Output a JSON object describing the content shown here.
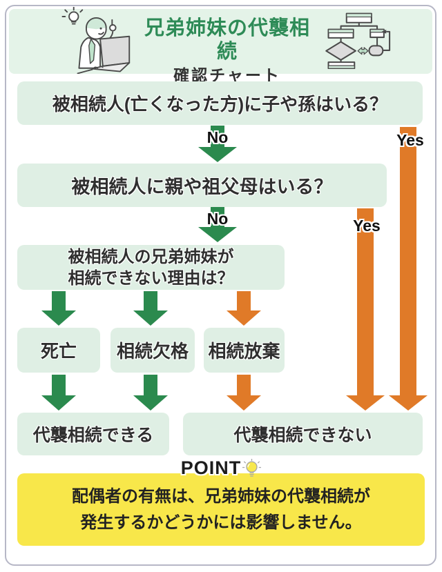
{
  "header": {
    "title": "兄弟姉妹の代襲相続",
    "subtitle": "確認チャート"
  },
  "flow": {
    "q1": "被相続人(亡くなった方)に子や孫はいる？",
    "q2": "被相続人に親や祖父母はいる？",
    "q3_line1": "被相続人の兄弟姉妹が",
    "q3_line2": "相続できない理由は？",
    "no_label": "No",
    "yes_label": "Yes",
    "causes": [
      "死亡",
      "相続欠格",
      "相続放棄"
    ],
    "result_can": "代襲相続できる",
    "result_cannot": "代襲相続できない"
  },
  "point": {
    "label": "POINT",
    "line1": "配偶者の有無は、兄弟姉妹の代襲相続が",
    "line2": "発生するかどうかには影響しません。"
  },
  "icons": {
    "person-illustration": "person with idea lightbulb typing on laptop",
    "flowchart-icon": "mini flowchart with boxes, diamond and loop arrow",
    "point-lightbulb-icon": "yellow lightbulb with rays"
  },
  "colors": {
    "green_arrow": "#2b8a4e",
    "orange_arrow": "#e07a28",
    "box_green_bg": "#dfefe4",
    "header_green_bg": "#e4f3e8",
    "title_green": "#2e8b57",
    "point_yellow_bg": "#f8e74a",
    "frame_border": "#b6b7c6",
    "text_dark": "#2f2f2f"
  }
}
